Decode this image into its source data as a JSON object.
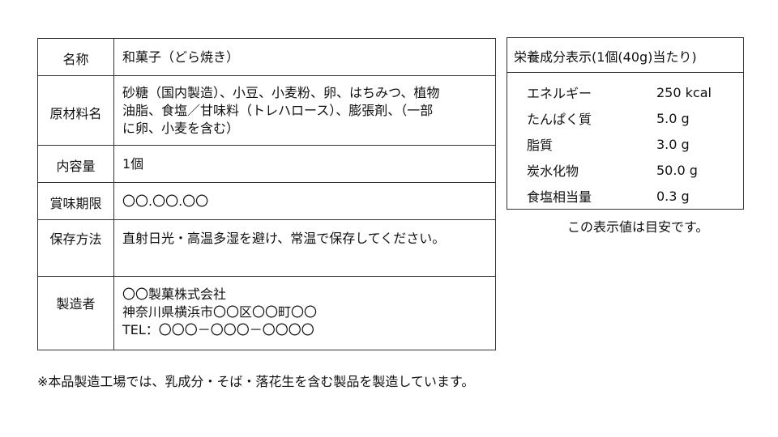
{
  "label": {
    "rows": [
      {
        "key": "名称",
        "value": "和菓子（どら焼き）"
      },
      {
        "key": "原材料名",
        "value": "砂糖（国内製造）、小豆、小麦粉、卵、はちみつ、植物\n油脂、食塩／甘味料（トレハロース）、膨張剤、（一部\nに卵、小麦を含む）"
      },
      {
        "key": "内容量",
        "value": "1個"
      },
      {
        "key": "賞味期限",
        "value": "〇〇.〇〇.〇〇"
      },
      {
        "key": "保存方法",
        "value": "直射日光・高温多湿を避け、常温で保存してください。"
      },
      {
        "key": "製造者",
        "value": "〇〇製菓株式会社\n神奈川県横浜市〇〇区〇〇町〇〇\nTEL：〇〇〇－〇〇〇－〇〇〇〇"
      }
    ]
  },
  "nutrition": {
    "title": "栄養成分表示(1個(40g)当たり)",
    "items": [
      {
        "name": "エネルギー",
        "value": "250 kcal"
      },
      {
        "name": "たんぱく質",
        "value": "5.0 g"
      },
      {
        "name": "脂質",
        "value": "3.0 g"
      },
      {
        "name": "炭水化物",
        "value": "50.0 g"
      },
      {
        "name": "食塩相当量",
        "value": "0.3 g"
      }
    ],
    "note": "この表示値は目安です。"
  },
  "footer_note": "※本品製造工場では、乳成分・そば・落花生を含む製品を製造しています。"
}
